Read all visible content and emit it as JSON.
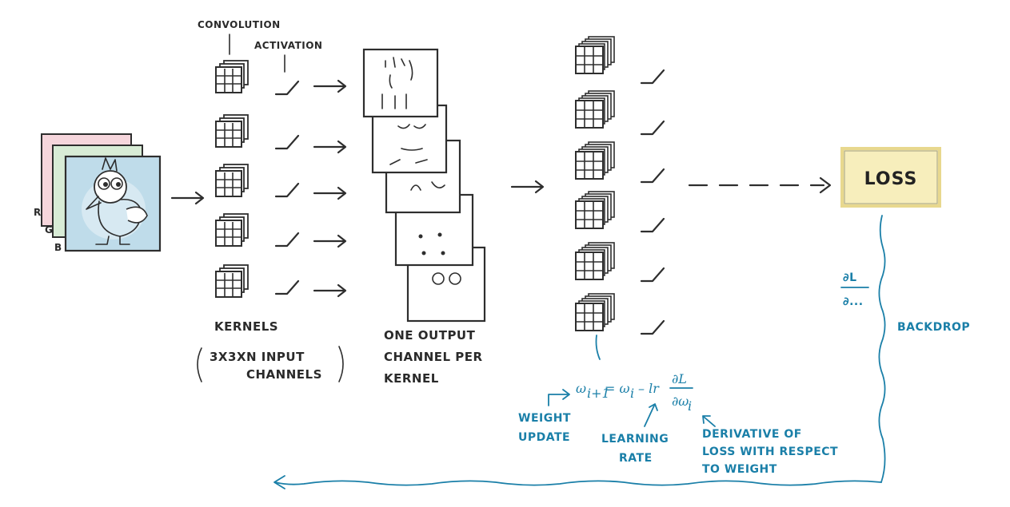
{
  "labels": {
    "convolution": "CONVOLUTION",
    "activation": "ACTIVATION",
    "kernels": "KERNELS",
    "kernels_note_line1": "3X3XN INPUT",
    "kernels_note_line2": "CHANNELS",
    "output_line1": "ONE OUTPUT",
    "output_line2": "CHANNEL PER",
    "output_line3": "KERNEL",
    "rgb_r": "R",
    "rgb_g": "G",
    "rgb_b": "B",
    "loss": "LOSS",
    "backdrop": "BACKDROP",
    "grad_num": "∂L",
    "grad_den": "∂...",
    "formula_lhs": "ω",
    "formula_lhs_sub": "i+1",
    "formula_eq": "= ω",
    "formula_rhs_sub": "i",
    "formula_minus": "– lr",
    "formula_frac_num": "∂L",
    "formula_frac_den": "∂ω",
    "formula_frac_den_sub": "i",
    "weight_update_line1": "WEIGHT",
    "weight_update_line2": "UPDATE",
    "learning_rate_line1": "LEARNING",
    "learning_rate_line2": "RATE",
    "derivative_line1": "DERIVATIVE OF",
    "derivative_line2": "LOSS WITH RESPECT",
    "derivative_line3": "TO WEIGHT"
  },
  "colors": {
    "ink": "#2e2e2e",
    "blue": "#1a7fa8",
    "loss_fill": "#f7eebc",
    "loss_border": "#e8d88e",
    "image_fill": "#bfdcea",
    "image_back_fill": "#f6d6dc",
    "image_mid_fill": "#d8ecd6"
  },
  "icons": {
    "input_image": "bird-image-icon",
    "kernel": "kernel-grid-icon",
    "activation": "relu-activation-icon",
    "arrow": "arrow-right-icon",
    "feature_map": "feature-map-icon"
  }
}
